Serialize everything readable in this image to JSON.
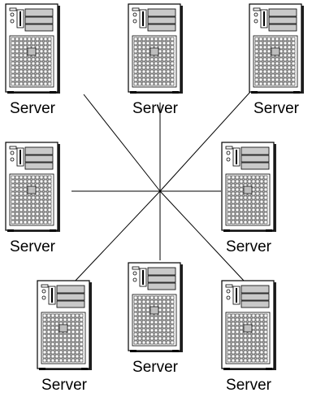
{
  "diagram": {
    "hub": "star topology",
    "line_color": "#000000",
    "servers": [
      {
        "id": "top-left",
        "label": "Server"
      },
      {
        "id": "top-center",
        "label": "Server"
      },
      {
        "id": "top-right",
        "label": "Server"
      },
      {
        "id": "middle-left",
        "label": "Server"
      },
      {
        "id": "middle-right",
        "label": "Server"
      },
      {
        "id": "bottom-left",
        "label": "Server"
      },
      {
        "id": "bottom-center",
        "label": "Server"
      },
      {
        "id": "bottom-right",
        "label": "Server"
      }
    ]
  }
}
